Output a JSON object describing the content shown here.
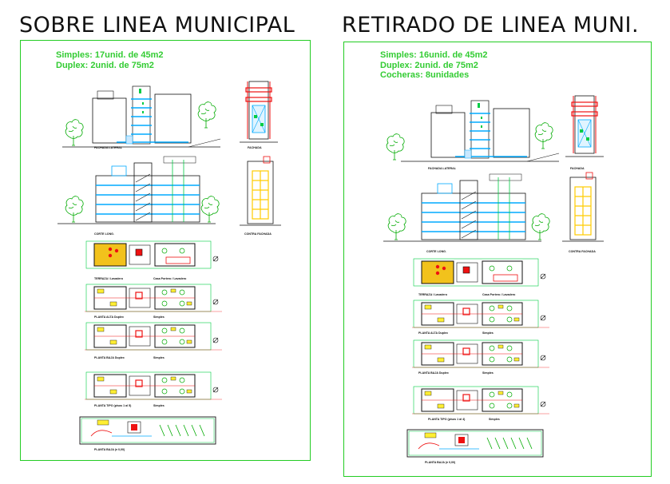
{
  "titles": {
    "left": "SOBRE LINEA MUNICIPAL",
    "right": "RETIRADO DE LINEA MUNI."
  },
  "left": {
    "summary": [
      "Simples: 17unid. de 45m2",
      "Duplex: 2unid. de 75m2"
    ],
    "labels": {
      "fachada_lateral": "FACHADA LATERAL",
      "fachada": "FACHADA",
      "corte_long": "CORTE LONG.",
      "contra_fachada": "CONTRA FACHADA",
      "terraza": "TERRAZA / Lavadero",
      "tanque": "Casa Portero / Lavadero",
      "planta_alta_duplex": "PLANTA ALTA Duplex",
      "simples1": "Simples",
      "planta_baja_duplex": "PLANTA BAJA Duplex",
      "simples2": "Simples",
      "planta_tipo": "PLANTA TIPO (pisos 1 al 5)",
      "simples3": "Simples",
      "planta_baja": "PLANTA BAJA (± 0,00)"
    }
  },
  "right": {
    "summary": [
      "Simples: 16unid. de 45m2",
      "Duplex: 2unid. de 75m2",
      "Cocheras: 8unidades"
    ],
    "labels": {
      "fachada_lateral": "FACHADA LATERAL",
      "fachada": "FACHADA",
      "corte_long": "CORTE LONG.",
      "contra_fachada": "CONTRA FACHADA",
      "terraza": "TERRAZA / Lavadero",
      "tanque": "Casa Portero / Lavadero",
      "planta_alta_duplex": "PLANTA ALTA Duplex",
      "simples1": "Simples",
      "planta_baja_duplex": "PLANTA BAJA Duplex",
      "simples2": "Simples",
      "planta_tipo": "PLANTA TIPO (pisos 1 al 4)",
      "simples3": "Simples",
      "planta_baja": "PLANTA BAJA (± 0,00)"
    }
  },
  "colors": {
    "border": "#22cc22",
    "summary_text": "#33cc33",
    "walls": "#111111",
    "stairs": "#00aaff",
    "red": "#ee1111",
    "yellow": "#ffee00",
    "green": "#00bb00"
  }
}
